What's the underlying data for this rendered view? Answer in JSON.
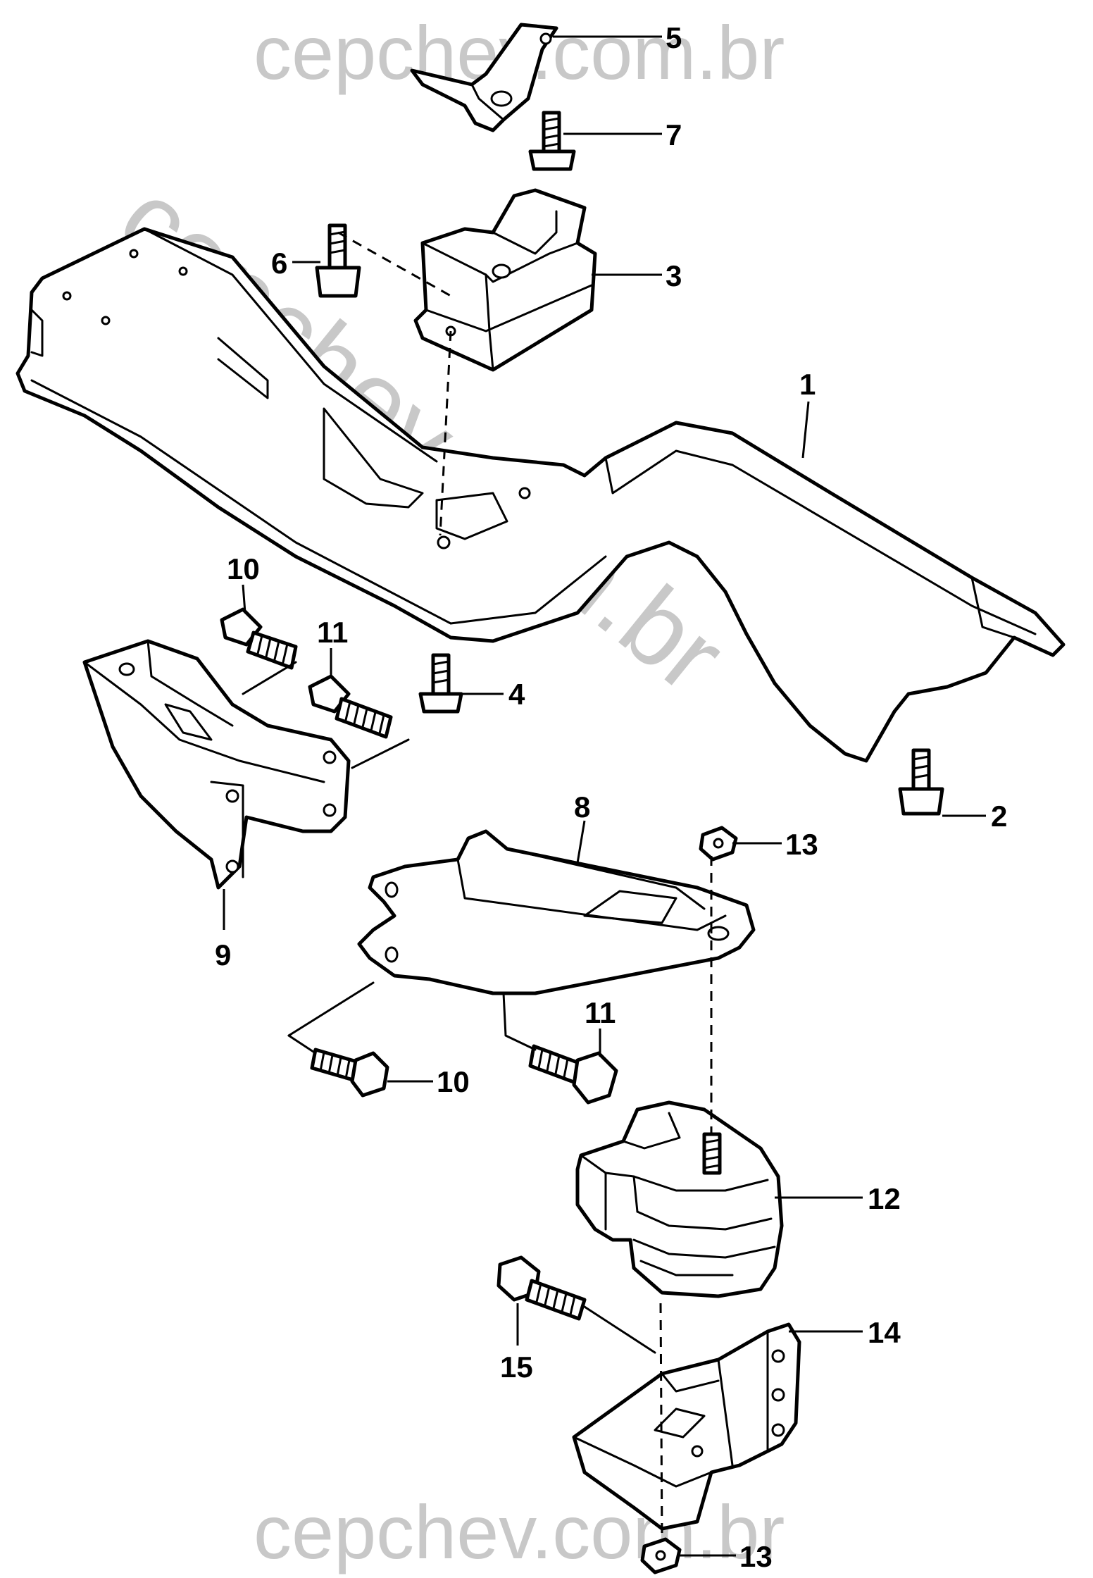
{
  "watermark": {
    "top": "cepchev.com.br",
    "bottom": "cepchev.com.br",
    "diagonal": "cepchev.com.br"
  },
  "colors": {
    "line": "#000000",
    "watermark": "#c8c8c8",
    "background": "#ffffff"
  },
  "callouts": [
    {
      "id": "c1",
      "text": "1"
    },
    {
      "id": "c2",
      "text": "2"
    },
    {
      "id": "c3",
      "text": "3"
    },
    {
      "id": "c4",
      "text": "4"
    },
    {
      "id": "c5",
      "text": "5"
    },
    {
      "id": "c6",
      "text": "6"
    },
    {
      "id": "c7",
      "text": "7"
    },
    {
      "id": "c8",
      "text": "8"
    },
    {
      "id": "c9",
      "text": "9"
    },
    {
      "id": "c10a",
      "text": "10"
    },
    {
      "id": "c10b",
      "text": "10"
    },
    {
      "id": "c11a",
      "text": "11"
    },
    {
      "id": "c11b",
      "text": "11"
    },
    {
      "id": "c12",
      "text": "12"
    },
    {
      "id": "c13a",
      "text": "13"
    },
    {
      "id": "c13b",
      "text": "13"
    },
    {
      "id": "c14",
      "text": "14"
    },
    {
      "id": "c15",
      "text": "15"
    }
  ]
}
